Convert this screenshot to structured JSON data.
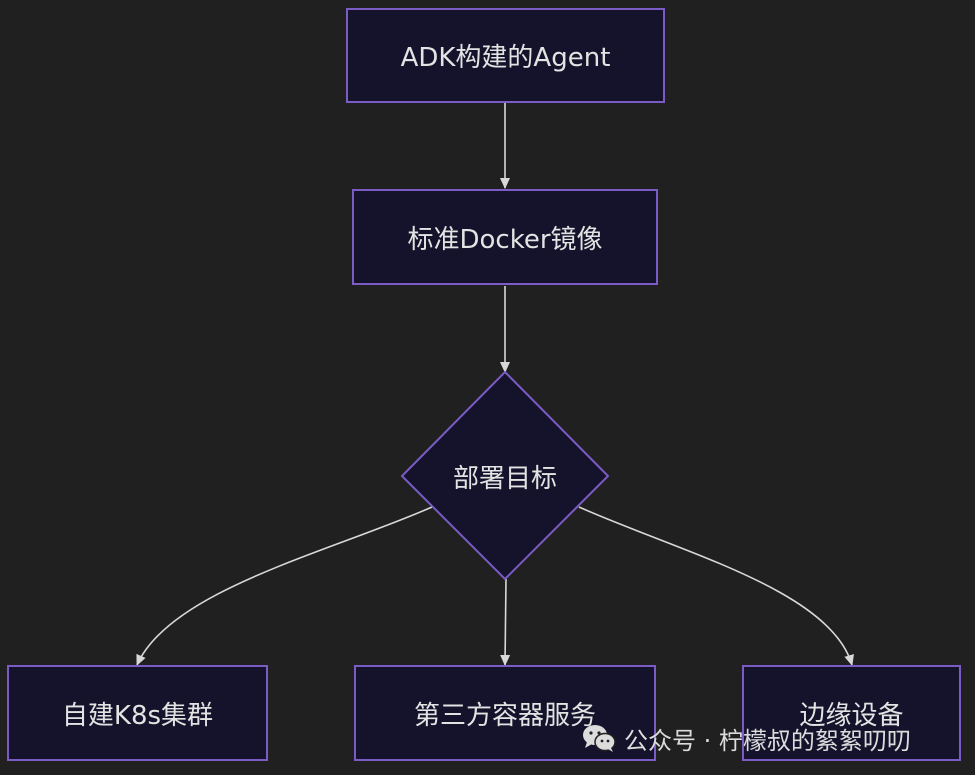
{
  "nodes": {
    "agent": "ADK构建的Agent",
    "docker": "标准Docker镜像",
    "decision": "部署目标",
    "k8s": "自建K8s集群",
    "third_party": "第三方容器服务",
    "edge": "边缘设备"
  },
  "watermark": {
    "text": "公众号 · 柠檬叔的絮絮叨叨",
    "icon": "wechat-icon"
  },
  "colors": {
    "background": "#202020",
    "node_fill": "#14132b",
    "node_border": "#7b5bc4",
    "text": "#e3e3e3",
    "edge": "#d8d8d8"
  }
}
